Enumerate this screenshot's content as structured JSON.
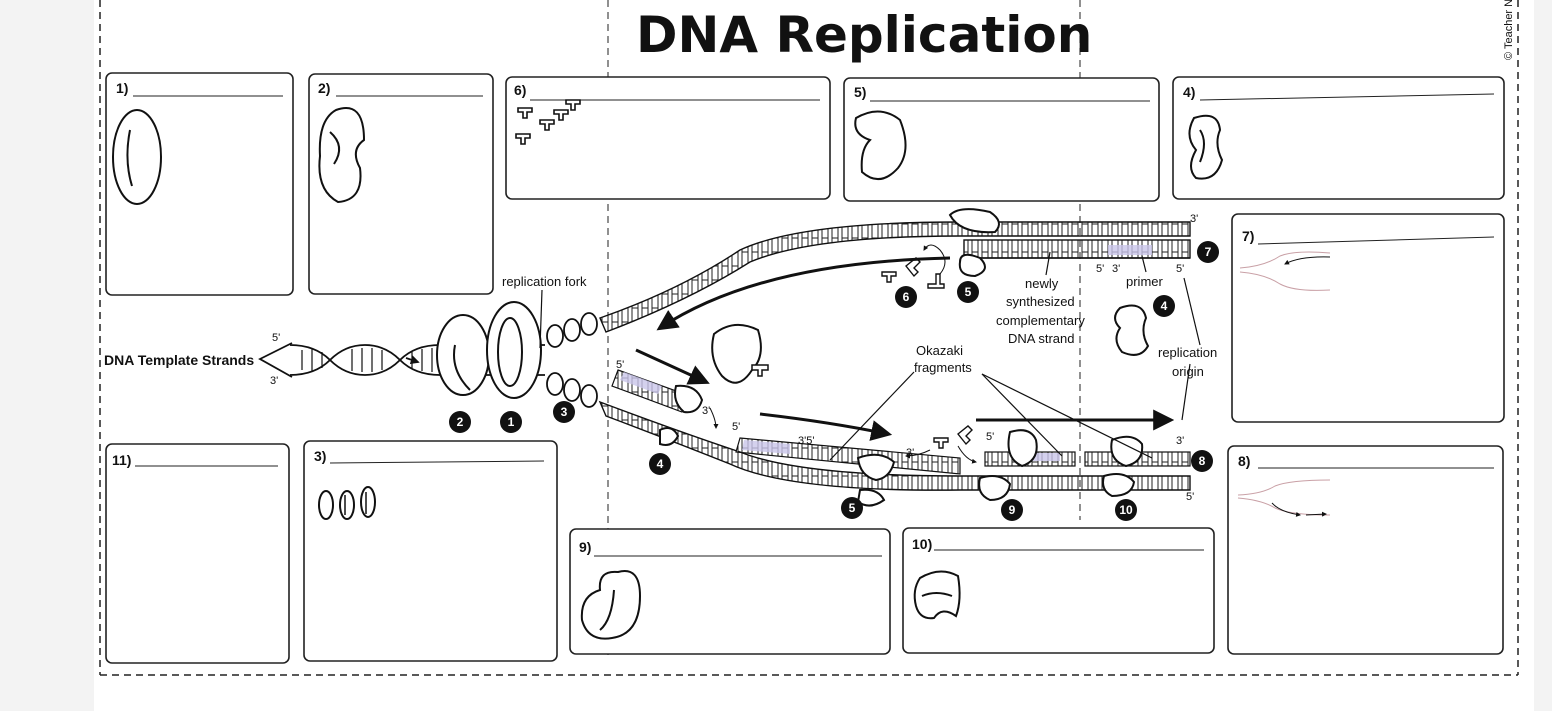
{
  "title": "DNA Replication",
  "copyright": "© Teacher Name",
  "boxes": {
    "b1": "1)",
    "b2": "2)",
    "b3": "3)",
    "b4": "4)",
    "b5": "5)",
    "b6": "6)",
    "b7": "7)",
    "b8": "8)",
    "b9": "9)",
    "b10": "10)",
    "b11": "11)"
  },
  "labels": {
    "dna_template": "DNA Template Strands",
    "replication_fork": "replication fork",
    "newly": "newly",
    "synthesized": "synthesized",
    "complementary": "complementary",
    "dna_strand": "DNA strand",
    "primer": "primer",
    "okazaki1": "Okazaki",
    "okazaki2": "fragments",
    "origin1": "replication",
    "origin2": "origin"
  },
  "ends": {
    "five": "5'",
    "three": "3'",
    "three_five": "3'5'"
  },
  "markers": {
    "m1": "1",
    "m2": "2",
    "m3": "3",
    "m4a": "4",
    "m4b": "4",
    "m5a": "5",
    "m5b": "5",
    "m6": "6",
    "m7": "7",
    "m8": "8",
    "m9": "9",
    "m10": "10"
  }
}
